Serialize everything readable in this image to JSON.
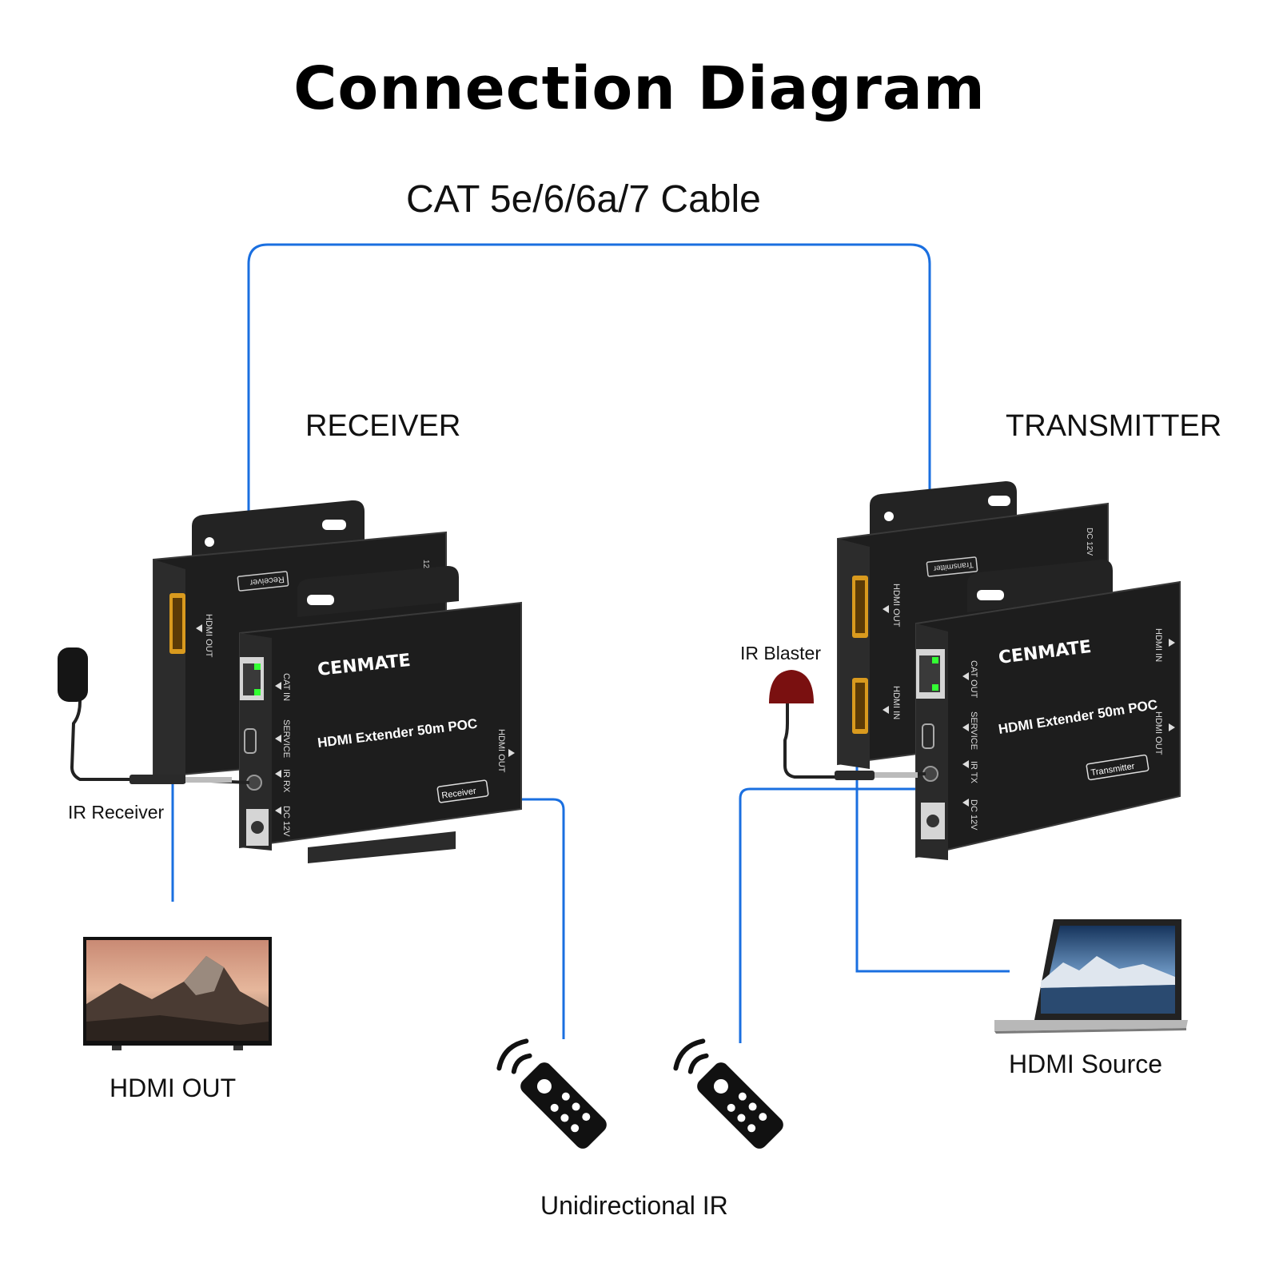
{
  "title": "Connection Diagram",
  "cable_label": "CAT 5e/6/6a/7 Cable",
  "receiver": {
    "heading": "RECEIVER",
    "brand": "CENMATE",
    "model": "HDMI Extender 50m POC",
    "badge": "Receiver",
    "rear_badge": "Receiver",
    "ports": [
      "CAT IN",
      "SERVICE",
      "IR RX",
      "DC 12V"
    ],
    "side_port": "HDMI OUT",
    "rear_port": "HDMI OUT",
    "rear_dc": "12V",
    "ir_label": "IR Receiver"
  },
  "transmitter": {
    "heading": "TRANSMITTER",
    "brand": "CENMATE",
    "model": "HDMI Extender 50m POC",
    "badge": "Transmitter",
    "rear_badge": "Transmitter",
    "ports": [
      "CAT OUT",
      "SERVICE",
      "IR TX",
      "DC 12V"
    ],
    "side_ports": [
      "HDMI IN",
      "HDMI OUT"
    ],
    "rear_ports": [
      "HDMI OUT",
      "HDMI IN"
    ],
    "rear_dc": "DC 12V",
    "ir_label": "IR Blaster"
  },
  "devices": {
    "tv_label": "HDMI OUT",
    "laptop_label": "HDMI Source",
    "remote_label": "Unidirectional IR"
  },
  "colors": {
    "line": "#1a6fe0",
    "device_body": "#1f1f1f",
    "hdmi_port": "#d99a1e",
    "led": "#33ff33",
    "ir_blaster_cap": "#7a1010"
  }
}
